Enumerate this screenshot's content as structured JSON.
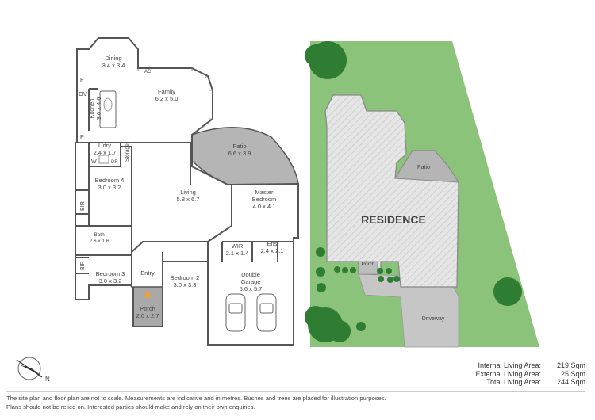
{
  "floor_plan": {
    "rooms": [
      {
        "name": "Dining",
        "size": "3.4 x 3.4"
      },
      {
        "name": "Family",
        "size": "6.2 x 5.0"
      },
      {
        "name": "Kitchen",
        "size": "3.0 x 4.6"
      },
      {
        "name": "L'dry",
        "size": "2.4 x 1.7"
      },
      {
        "name": "Patio",
        "size": "6.6 x 3.9"
      },
      {
        "name": "Bedroom 4",
        "size": "3.0 x 3.2"
      },
      {
        "name": "Living",
        "size": "5.8 x 6.7"
      },
      {
        "name": "Master\nBedroom",
        "size": "4.0 x 4.1"
      },
      {
        "name": "Bath",
        "size": "2.6 x 1.6"
      },
      {
        "name": "WIR",
        "size": "2.1 x 1.4"
      },
      {
        "name": "Ens",
        "size": "2.4 x 2.1"
      },
      {
        "name": "Bedroom 3",
        "size": "3.0 x 3.2"
      },
      {
        "name": "Entry",
        "size": ""
      },
      {
        "name": "Bedroom 2",
        "size": "3.0 x 3.3"
      },
      {
        "name": "Double\nGarage",
        "size": "5.6 x 5.7"
      },
      {
        "name": "Porch",
        "size": "2.0 x 2.7"
      }
    ],
    "fixtures": {
      "fridge": "F",
      "oven": "OV",
      "pantry": "P",
      "aircon": "AC",
      "washer": "W",
      "dryer": "DR",
      "storage": "Storage",
      "bir_a": "BIR",
      "bir_b": "BIR"
    },
    "compass": "N"
  },
  "site_plan": {
    "residence": "RESIDENCE",
    "patio": "Patio",
    "porch": "Porch",
    "driveway": "Driveway"
  },
  "areas": [
    {
      "label": "Internal Living Area:",
      "value": "219 Sqm"
    },
    {
      "label": "External Living Area:",
      "value": "25 Sqm"
    },
    {
      "label": "Total Living Area:",
      "value": "244 Sqm"
    }
  ],
  "disclaimer": [
    "The site plan and floor plan are not to scale. Measurements are indicative and in metres. Bushes and trees are placed for illustration purposes.",
    "Plans should not be relied on. Interested parties should make and rely on their own enquiries."
  ],
  "colors": {
    "grass": "#8cc37a",
    "tree": "#2e7d32",
    "house_hatch": "#dcdcdc",
    "patio_fill": "#b5b5b5",
    "porch_fill": "#a9a9a9",
    "driveway": "#c6c6c6",
    "entry_marker": "#f0a030"
  }
}
